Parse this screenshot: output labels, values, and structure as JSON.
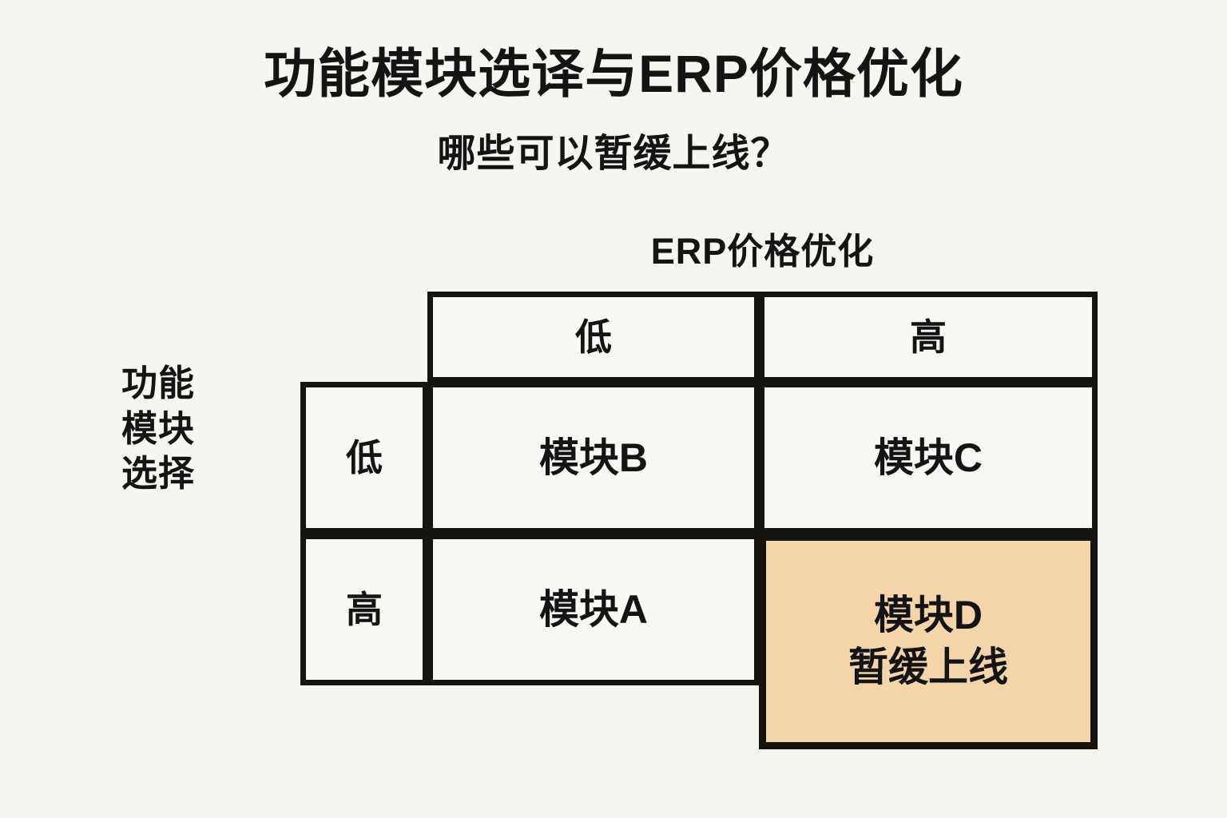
{
  "title": "功能模块选译与ERP价格优化",
  "subtitle": "哪些可以暂缓上线？",
  "colors": {
    "page_background": "#F7F5F0",
    "cell_background": "#F8F7F3",
    "border": "#15140F",
    "highlight": "#F4D5A9",
    "text": "#141414"
  },
  "chart_data": {
    "type": "table",
    "title": "功能模块选译与ERP价格优化",
    "subtitle": "哪些可以暂缓上线？",
    "xlabel": "ERP价格优化",
    "ylabel": "功能模块选择",
    "column_axis_title": "ERP价格优化",
    "row_axis_title_lines": [
      "功能",
      "模块",
      "选择"
    ],
    "column_headers": [
      "低",
      "高"
    ],
    "row_headers": [
      "低",
      "高"
    ],
    "cells": [
      [
        {
          "label": "模块B",
          "note": "",
          "highlight": false
        },
        {
          "label": "模块C",
          "note": "",
          "highlight": false
        }
      ],
      [
        {
          "label": "模块A",
          "note": "",
          "highlight": false
        },
        {
          "label": "模块D",
          "note": "暂缓上线",
          "highlight": true
        }
      ]
    ],
    "legend": [],
    "grid": true
  }
}
